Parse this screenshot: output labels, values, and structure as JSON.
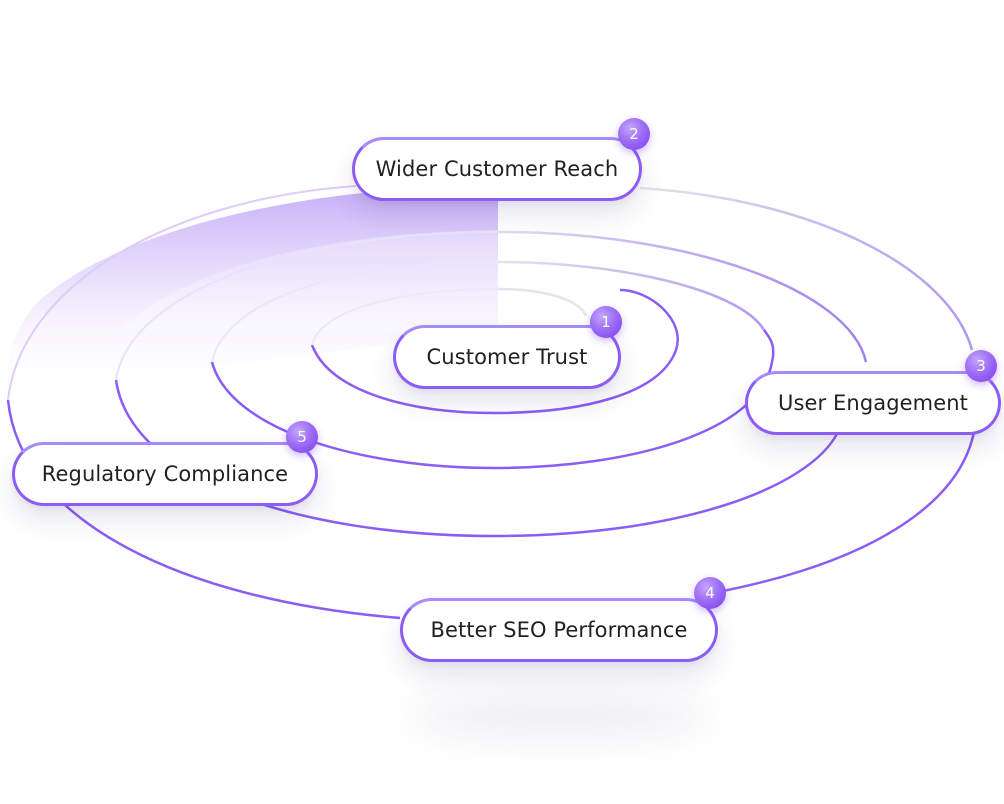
{
  "diagram": {
    "stages": [
      {
        "number": "1",
        "label": "Customer Trust"
      },
      {
        "number": "2",
        "label": "Wider Customer Reach"
      },
      {
        "number": "3",
        "label": "User Engagement"
      },
      {
        "number": "4",
        "label": "Better SEO Performance"
      },
      {
        "number": "5",
        "label": "Regulatory Compliance"
      }
    ],
    "colors": {
      "accent": "#8b5cf6",
      "accent_dark": "#7c3aed",
      "accent_light": "#c4b5fd",
      "text": "#1f1f24"
    }
  }
}
